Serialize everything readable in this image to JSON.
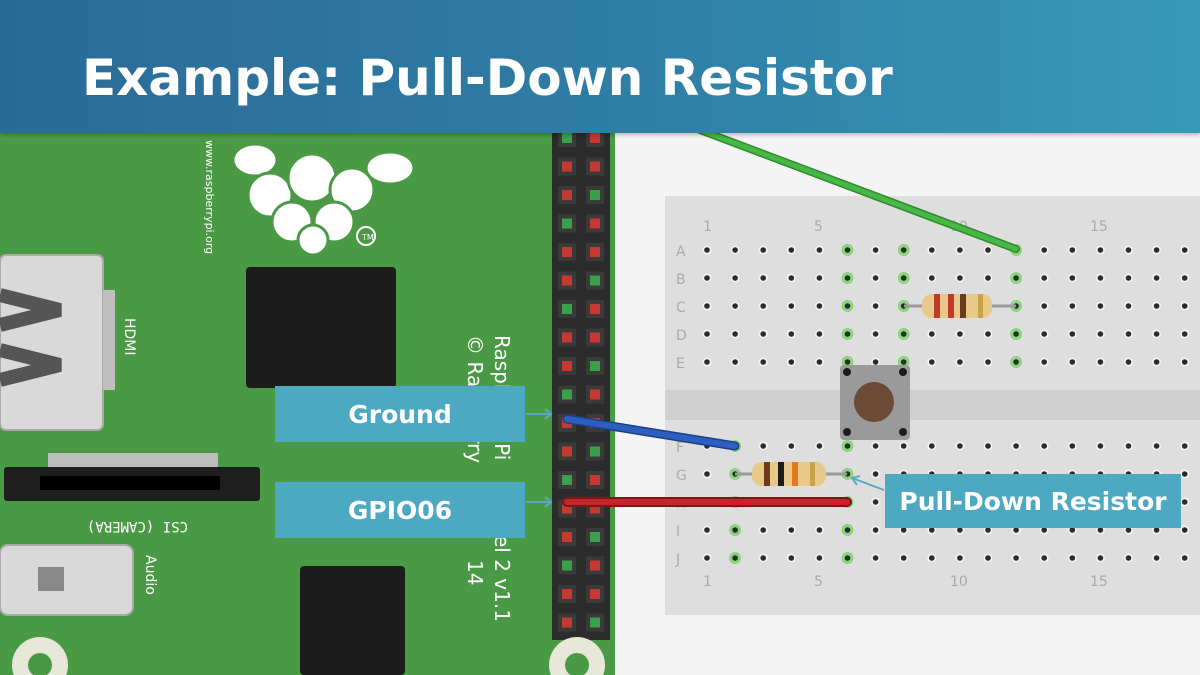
{
  "title": "Example: Pull-Down Resistor",
  "callouts": {
    "ground": "Ground",
    "gpio": "GPIO06",
    "pulldown": "Pull-Down Resistor"
  },
  "pi": {
    "url": "www.raspberrypi.org",
    "hdmi": "HDMI",
    "csi": "CSI (CAMERA)",
    "audio": "Audio",
    "model_line1": "Raspberry Pi",
    "model_line2": "© Raspberry",
    "model_fragment1": "el 2 v1.1",
    "model_fragment2": "14"
  },
  "breadboard": {
    "rows_top": [
      "A",
      "B",
      "C",
      "D",
      "E"
    ],
    "rows_bottom": [
      "F",
      "G",
      "H",
      "I",
      "J"
    ],
    "col_numbers": [
      "1",
      "5",
      "10",
      "15"
    ]
  },
  "colors": {
    "board_green": "#4a9a45",
    "banner_blue": "#2f7fa6",
    "callout": "#4da8c1",
    "wire_green": "#47b845",
    "wire_blue": "#2c5fc0",
    "wire_red": "#c0262b"
  }
}
